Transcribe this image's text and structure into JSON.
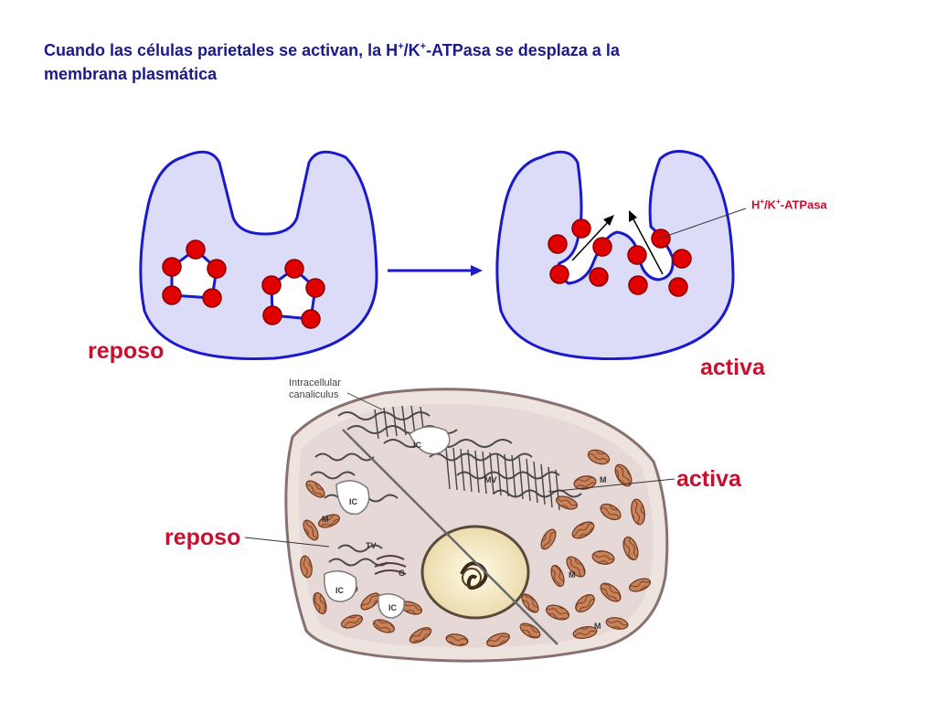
{
  "title": {
    "part1": "Cuando las células parietales se activan, la H",
    "sup1": "+",
    "part2": "/K",
    "sup2": "+",
    "part3": "-ATPasa se desplaza a la",
    "line2": "membrana plasmática"
  },
  "labels": {
    "rest_top": "reposo",
    "active_top": "activa",
    "rest_bottom": "reposo",
    "active_bottom": "activa",
    "pump_h": "H",
    "pump_sup1": "+",
    "pump_k": "/K",
    "pump_sup2": "+",
    "pump_rest": "-ATPasa"
  },
  "micrograph": {
    "canaliculus_line1": "Intracellular",
    "canaliculus_line2": "canaliculus",
    "organelles": [
      "IC",
      "MV",
      "M",
      "IC",
      "M",
      "TV",
      "G",
      "IC",
      "IC",
      "M",
      "M"
    ]
  },
  "colors": {
    "cell_fill": "#dcdcf8",
    "outline": "#1a1acc",
    "pump": "#e00000",
    "title": "#1a1a8c",
    "label": "#c8102e"
  }
}
